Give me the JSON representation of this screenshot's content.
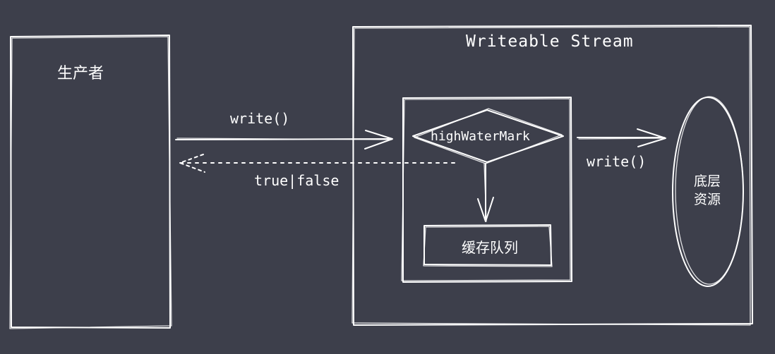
{
  "producer": {
    "label": "生产者"
  },
  "stream": {
    "title": "Writeable Stream"
  },
  "arrows": {
    "write_to_stream": "write()",
    "return_value": "true|false",
    "write_to_resource": "write()"
  },
  "decision": {
    "label": "highWaterMark"
  },
  "queue": {
    "label": "缓存队列"
  },
  "resource": {
    "line1": "底层",
    "line2": "资源"
  },
  "colors": {
    "background": "#3d3f4b",
    "stroke": "#ffffff"
  }
}
